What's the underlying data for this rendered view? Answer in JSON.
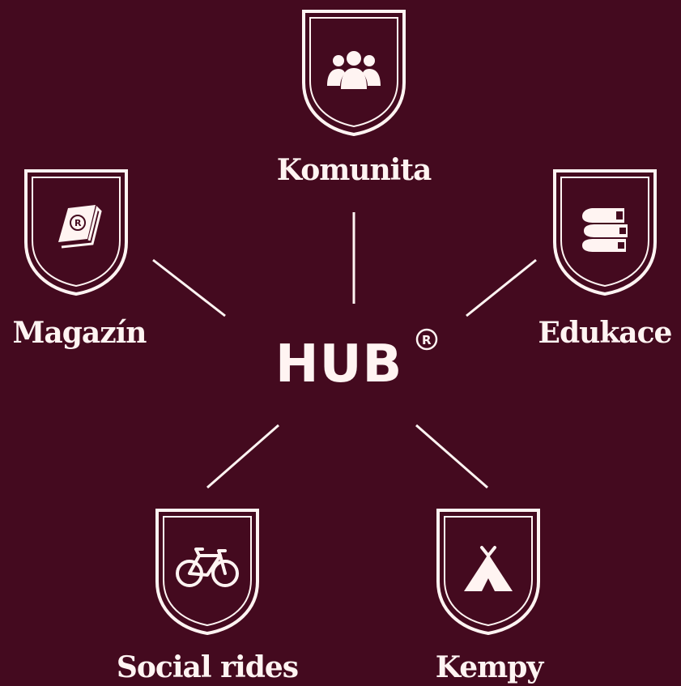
{
  "colors": {
    "background": "#440a1f",
    "foreground": "#fff4f2"
  },
  "hub": {
    "label": "HUB",
    "mark_icon": "registered-icon"
  },
  "nodes": [
    {
      "id": "komunita",
      "label": "Komunita",
      "icon": "people-icon"
    },
    {
      "id": "magazin",
      "label": "Magazín",
      "icon": "magazine-icon"
    },
    {
      "id": "edukace",
      "label": "Edukace",
      "icon": "books-icon"
    },
    {
      "id": "social-rides",
      "label": "Social rides",
      "icon": "bicycle-icon"
    },
    {
      "id": "kempy",
      "label": "Kempy",
      "icon": "tent-icon"
    }
  ]
}
